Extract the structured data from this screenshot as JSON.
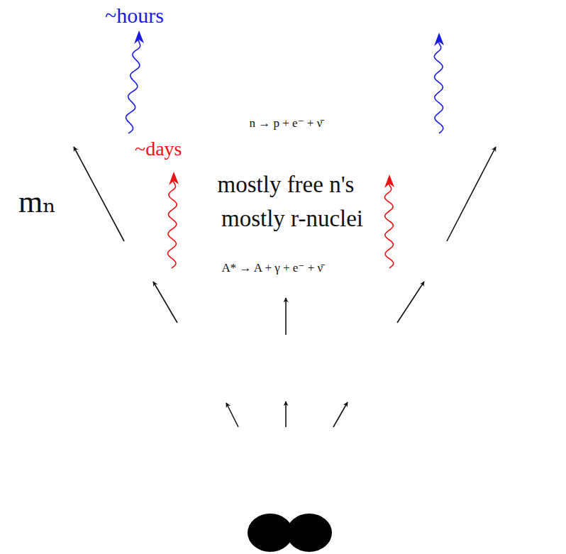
{
  "diagram": {
    "nodes": [
      {
        "text": [
          "mostly free n's"
        ]
      },
      {
        "text": [
          "n → p + e⁻ + ν̄"
        ],
        "in": 0
      },
      {
        "text": [
          "mostly r-nuclei"
        ]
      },
      {
        "text": [
          "A* → A + γ + e⁻ + ν̄"
        ],
        "in": 2
      }
    ],
    "labels": [
      "~hours",
      "~days",
      "mₙ"
    ]
  }
}
